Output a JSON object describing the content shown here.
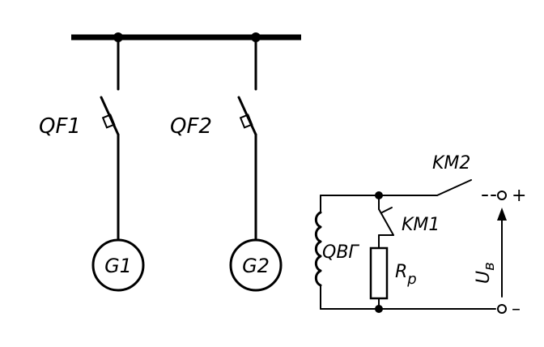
{
  "labels": {
    "breaker1": "QF1",
    "breaker2": "QF2",
    "generator1": "G1",
    "generator2": "G2",
    "contactor2": "KM2",
    "contactor1": "KM1",
    "excitation_winding": "QBГ",
    "resistor": "R",
    "resistor_sub": "p",
    "voltage": "U",
    "voltage_sub": "в",
    "plus": "+",
    "minus": "–"
  }
}
